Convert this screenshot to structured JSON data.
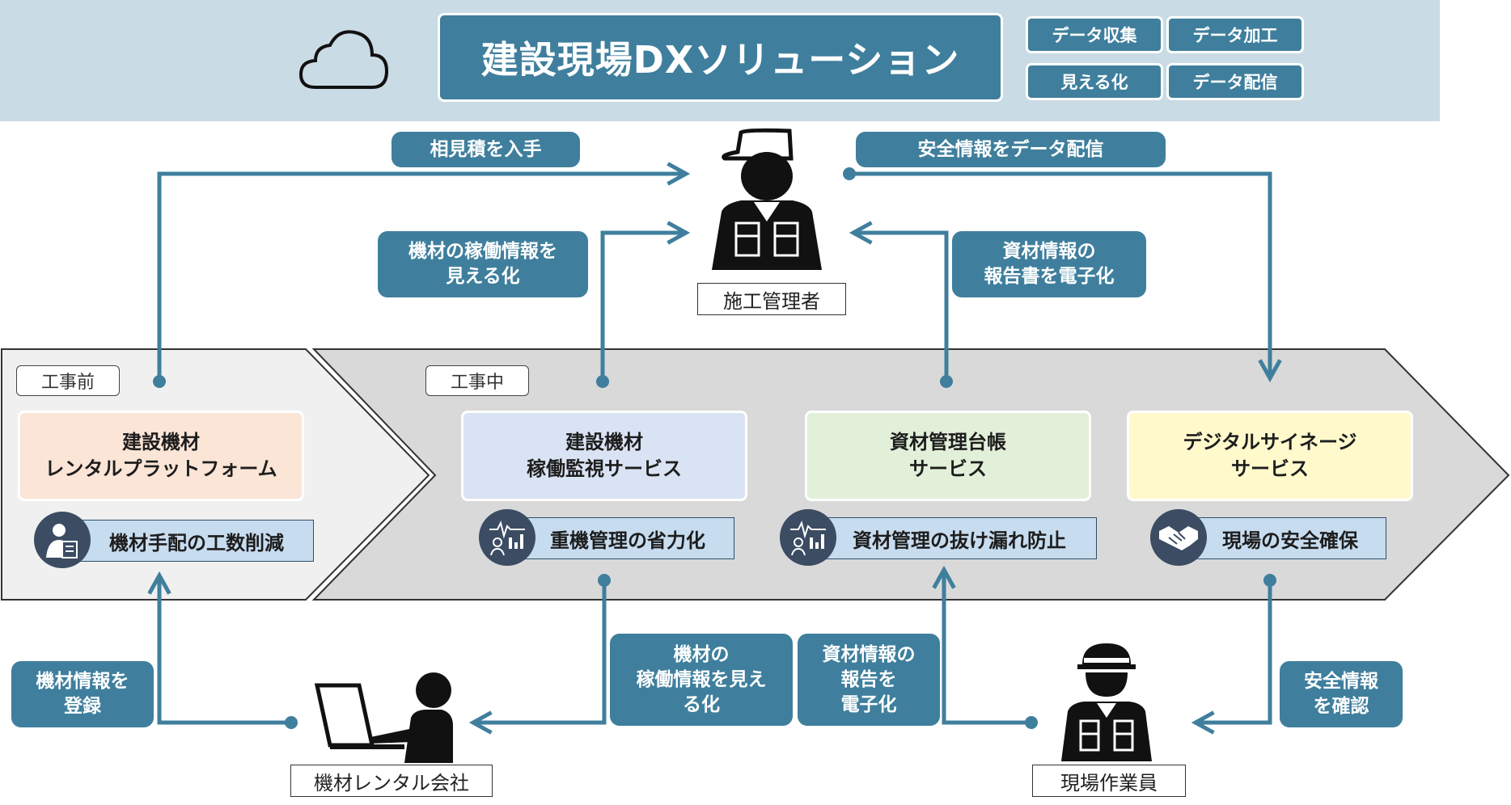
{
  "header": {
    "title": "建設現場DXソリューション",
    "tags": [
      "データ収集",
      "データ加工",
      "見える化",
      "データ配信"
    ]
  },
  "phases": {
    "before": "工事前",
    "during": "工事中"
  },
  "services": [
    {
      "name": "建設機材\nレンタルプラットフォーム",
      "effect": "機材手配の工数削減",
      "bg": "#fbe5d6"
    },
    {
      "name": "建設機材\n稼働監視サービス",
      "effect": "重機管理の省力化",
      "bg": "#dae3f3"
    },
    {
      "name": "資材管理台帳\nサービス",
      "effect": "資材管理の抜け漏れ防止",
      "bg": "#e2f0d9"
    },
    {
      "name": "デジタルサイネージ\nサービス",
      "effect": "現場の安全確保",
      "bg": "#fff9cc"
    }
  ],
  "top_flows": {
    "quote": "相見積を入手",
    "safety_delivery": "安全情報をデータ配信",
    "machine_visualize": "機材の稼働情報を\n見える化",
    "material_report": "資材情報の\n報告書を電子化"
  },
  "bottom_flows": {
    "register": "機材情報を\n登録",
    "machine_visualize": "機材の\n稼働情報を見え\nる化",
    "material_report": "資材情報の\n報告を\n電子化",
    "safety_check": "安全情報\nを確認"
  },
  "roles": {
    "manager": "施工管理者",
    "rental": "機材レンタル会社",
    "worker": "現場作業員"
  },
  "colors": {
    "accent": "#3f7f9d",
    "banner": "#c9dbe4",
    "icon_dark": "#3b4c63"
  },
  "icons": [
    "cloud-icon",
    "manager-icon",
    "laptop-user-icon",
    "worker-icon",
    "clipboard-user-icon",
    "monitor-chart-icon",
    "handshake-icon"
  ]
}
